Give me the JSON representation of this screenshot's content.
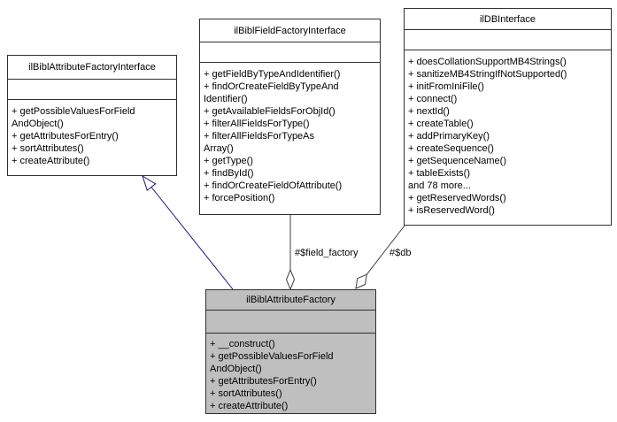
{
  "diagram": {
    "kind": "uml-collaboration-diagram",
    "classes": {
      "attr_factory_interface": {
        "title": "ilBiblAttributeFactoryInterface",
        "member_lines": [
          "+ getPossibleValuesForField",
          "AndObject()",
          "+ getAttributesForEntry()",
          "+ sortAttributes()",
          "+ createAttribute()"
        ]
      },
      "field_factory_interface": {
        "title": "ilBiblFieldFactoryInterface",
        "member_lines": [
          "+ getFieldByTypeAndIdentifier()",
          "+ findOrCreateFieldByTypeAnd",
          "Identifier()",
          "+ getAvailableFieldsForObjId()",
          "+ filterAllFieldsForType()",
          "+ filterAllFieldsForTypeAs",
          "Array()",
          "+ getType()",
          "+ findById()",
          "+ findOrCreateFieldOfAttribute()",
          "+ forcePosition()"
        ]
      },
      "db_interface": {
        "title": "ilDBInterface",
        "member_lines": [
          "+ doesCollationSupportMB4Strings()",
          "+ sanitizeMB4StringIfNotSupported()",
          "+ initFromIniFile()",
          "+ connect()",
          "+ nextId()",
          "+ createTable()",
          "+ addPrimaryKey()",
          "+ createSequence()",
          "+ getSequenceName()",
          "+ tableExists()",
          "and 78 more...",
          "+ getReservedWords()",
          "+ isReservedWord()"
        ]
      },
      "attr_factory": {
        "title": "ilBiblAttributeFactory",
        "member_lines": [
          "+ __construct()",
          "+ getPossibleValuesForField",
          "AndObject()",
          "+ getAttributesForEntry()",
          "+ sortAttributes()",
          "+ createAttribute()"
        ]
      }
    },
    "edges": {
      "inheritance": {
        "from": "ilBiblAttributeFactory",
        "to": "ilBiblAttributeFactoryInterface",
        "head": "hollow-triangle",
        "label": ""
      },
      "field_factory": {
        "from": "ilBiblFieldFactoryInterface",
        "to": "ilBiblAttributeFactory",
        "head": "open-diamond",
        "label": "#$field_factory"
      },
      "db": {
        "from": "ilDBInterface",
        "to": "ilBiblAttributeFactory",
        "head": "open-diamond",
        "label": "#$db"
      }
    },
    "colors": {
      "inheritance": "#191970",
      "aggregation": "#404040",
      "box_border": "#2f2f2f",
      "highlight_fill": "#bfbfbf",
      "diamond_fill": "#ffffff",
      "background": "#ffffff"
    }
  }
}
